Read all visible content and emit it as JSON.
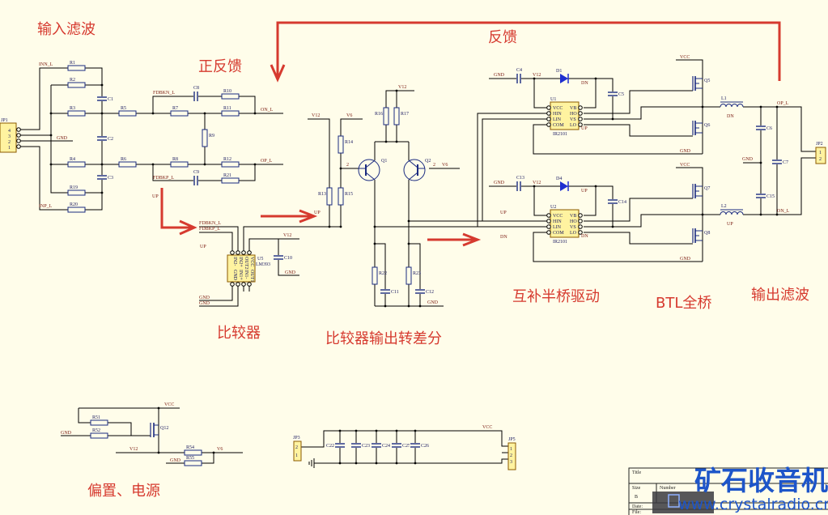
{
  "annotations": {
    "input_filter": "输入滤波",
    "positive_feedback": "正反馈",
    "feedback": "反馈",
    "comparator": "比较器",
    "comparator_to_diff": "比较器输出转差分",
    "half_bridge_driver": "互补半桥驱动",
    "btl_bridge": "BTL全桥",
    "output_filter": "输出滤波",
    "bias_power": "偏置、电源"
  },
  "nets": {
    "INN_L": "INN_L",
    "INP_L": "INP_L",
    "GND": "GND",
    "ON_L": "ON_L",
    "OP_L": "OP_L",
    "FDBKN_L": "FDBKN_L",
    "FDBKP_L": "FDBKP_L",
    "UP": "UP",
    "DN": "DN",
    "V12": "V12",
    "V6": "V6",
    "VCC": "VCC",
    "pin2": "2"
  },
  "refs": {
    "JP1": "JP1",
    "JP2": "JP2",
    "JP3": "JP3",
    "JP5": "JP5",
    "R1": "R1",
    "R2": "R2",
    "R3": "R3",
    "R4": "R4",
    "R5": "R5",
    "R6": "R6",
    "R7": "R7",
    "R8": "R8",
    "R9": "R9",
    "R10": "R10",
    "R11": "R11",
    "R12": "R12",
    "R13": "R13",
    "R14": "R14",
    "R15": "R15",
    "R16": "R16",
    "R17": "R17",
    "R19": "R19",
    "R20": "R20",
    "R21": "R21",
    "R22": "R22",
    "R23": "R23",
    "R51": "R51",
    "R52": "R52",
    "R54": "R54",
    "R55": "R55",
    "C1": "C1",
    "C2": "C2",
    "C3": "C3",
    "C4": "C4",
    "C5": "C5",
    "C6": "C6",
    "C7": "C7",
    "C8": "C8",
    "C9": "C9",
    "C10": "C10",
    "C11": "C11",
    "C12": "C12",
    "C13": "C13",
    "C14": "C14",
    "C15": "C15",
    "C22": "C22",
    "C23": "C23",
    "C24": "C24",
    "C25": "C25",
    "C26": "C26",
    "Q1": "Q1",
    "Q2": "Q2",
    "Q5": "Q5",
    "Q6": "Q6",
    "Q7": "Q7",
    "Q8": "Q8",
    "Q12": "Q12",
    "D1": "D1",
    "D4": "D4",
    "L1": "L1",
    "L2": "L2",
    "U1": "U1",
    "U2": "U2",
    "U5": "U5"
  },
  "parts": {
    "IR2101": "IR2101",
    "LM393": "LM393"
  },
  "ir2101_pins": {
    "left": [
      "VCC",
      "HIN",
      "LIN",
      "COM"
    ],
    "right": [
      "VB",
      "HO",
      "VS",
      "LO"
    ]
  },
  "lm393_pins": {
    "top": [
      "IN2-",
      "IN2+",
      "OUT2",
      "VCC"
    ],
    "bottom": [
      "GND",
      "IN1+",
      "IN1-",
      "OUT1"
    ]
  },
  "connector_pins": {
    "jp1": [
      "4",
      "3",
      "2",
      "1"
    ],
    "jp2": [
      "1",
      "2"
    ],
    "jp3": [
      "2",
      "1"
    ],
    "jp5": [
      "1",
      "2",
      "3"
    ]
  },
  "title_block": {
    "title": "Title",
    "size": "Size",
    "number": "Number",
    "size_value": "B",
    "date": "Date:",
    "file": "File:"
  },
  "watermark": {
    "logo": "矿石收音机",
    "url": "www.crystalradio.cn"
  },
  "colors": {
    "background": "#fffdea",
    "wire": "#000000",
    "net_label": "#7a1a10",
    "annotation": "#d63a2f",
    "component": "#1a2a80",
    "ic_fill": "#fff3a0",
    "diode": "#1f2fd0",
    "logo": "#1d55c9"
  }
}
